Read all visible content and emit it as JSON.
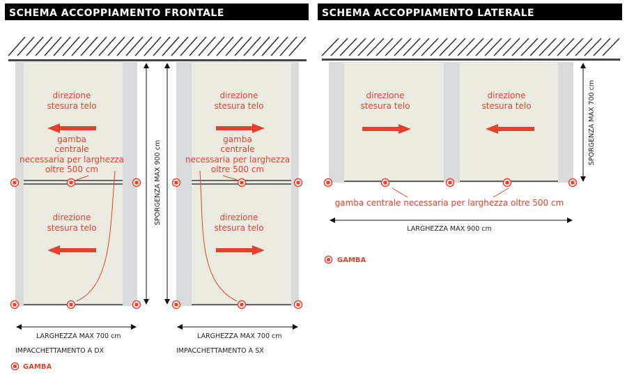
{
  "colors": {
    "accent": "#e5412d",
    "title_bg": "#000000",
    "panel": "#ecebe2",
    "frame": "#d9dadc"
  },
  "frontal": {
    "title": "SCHEMA ACCOPPIAMENTO FRONTALE",
    "depth_label": "SPORGENZA MAX 900 cm",
    "note_lines": [
      "gamba",
      "centrale",
      "necessaria per larghezza",
      "oltre 500 cm"
    ],
    "direction_line1": "direzione",
    "direction_line2": "stesura telo",
    "left_unit": {
      "width_label": "LARGHEZZA MAX 700 cm",
      "packing_label": "IMPACCHETTAMENTO A DX",
      "arrow_direction": "left"
    },
    "right_unit": {
      "width_label": "LARGHEZZA MAX 700 cm",
      "packing_label": "IMPACCHETTAMENTO A SX",
      "arrow_direction": "right"
    },
    "legend_label": "GAMBA"
  },
  "lateral": {
    "title": "SCHEMA ACCOPPIAMENTO LATERALE",
    "depth_label": "SPORGENZA MAX 700 cm",
    "direction_line1": "direzione",
    "direction_line2": "stesura telo",
    "note": "gamba centrale necessaria per larghezza oltre 500 cm",
    "width_label": "LARGHEZZA MAX 900 cm",
    "legend_label": "GAMBA"
  }
}
